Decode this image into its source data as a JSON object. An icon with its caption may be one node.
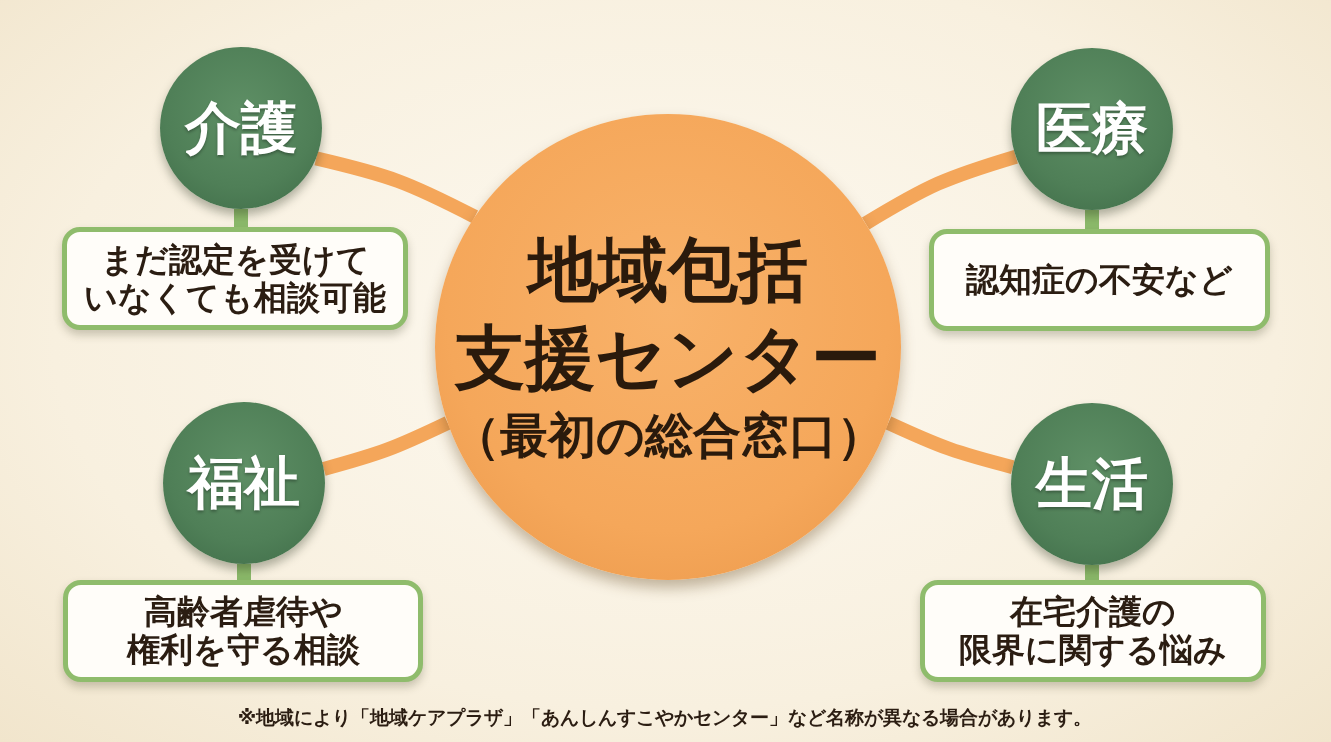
{
  "diagram": {
    "nodes": [
      {
        "text": [
          "地域包括支援センター",
          "（最初の総合窓口）"
        ]
      },
      {
        "text": [
          "介護"
        ]
      },
      {
        "text": [
          "まだ認定を受けていなくても相談可能"
        ]
      },
      {
        "text": [
          "医療"
        ]
      },
      {
        "text": [
          "認知症の不安など"
        ]
      },
      {
        "text": [
          "福祉"
        ]
      },
      {
        "text": [
          "高齢者虐待や権利を守る相談"
        ]
      },
      {
        "text": [
          "生活"
        ]
      },
      {
        "text": [
          "在宅介護の限界に関する悩み"
        ]
      }
    ],
    "edges": [
      {
        "from": 0,
        "to": 1,
        "arrow": "none",
        "color": "#f4a65a"
      },
      {
        "from": 1,
        "to": 2,
        "arrow": "none",
        "color": "#8cba6a"
      },
      {
        "from": 0,
        "to": 3,
        "arrow": "none",
        "color": "#f4a65a"
      },
      {
        "from": 3,
        "to": 4,
        "arrow": "none",
        "color": "#8cba6a"
      },
      {
        "from": 0,
        "to": 5,
        "arrow": "none",
        "color": "#f4a65a"
      },
      {
        "from": 5,
        "to": 6,
        "arrow": "none",
        "color": "#8cba6a"
      },
      {
        "from": 0,
        "to": 7,
        "arrow": "none",
        "color": "#f4a65a"
      },
      {
        "from": 7,
        "to": 8,
        "arrow": "none",
        "color": "#8cba6a"
      }
    ],
    "labels": [
      "※地域により「地域ケアプラザ」「あんしんすこやかセンター」など名称が異なる場合があります。"
    ]
  }
}
